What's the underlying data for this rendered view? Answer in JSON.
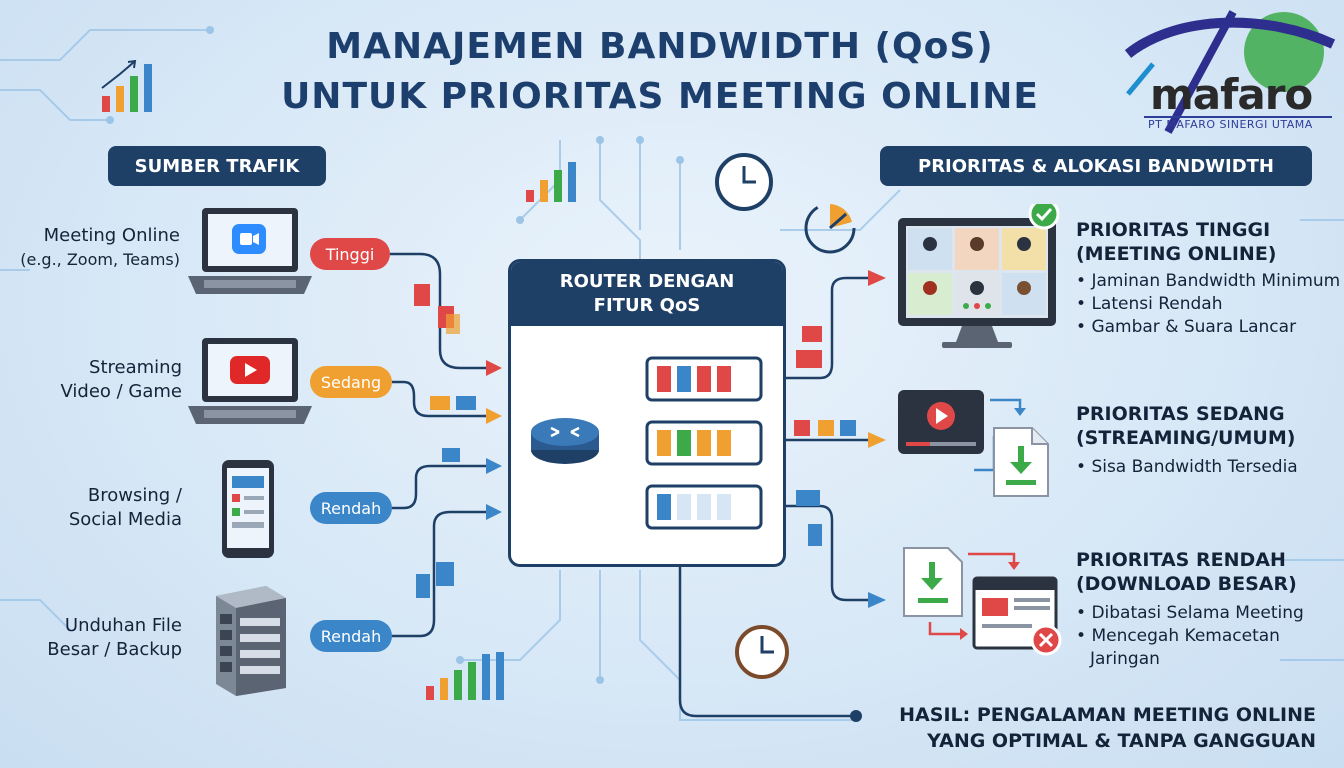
{
  "title": {
    "line1": "MANAJEMEN BANDWIDTH (QoS)",
    "line2": "UNTUK PRIORITAS MEETING ONLINE"
  },
  "logo": {
    "name": "mafaro",
    "company": "PT MAFARO SINERGI UTAMA"
  },
  "sections": {
    "left_header": "SUMBER TRAFIK",
    "right_header": "PRIORITAS & ALOKASI BANDWIDTH"
  },
  "sources": [
    {
      "line1": "Meeting Online",
      "line2": "(e.g., Zoom, Teams)",
      "priority": "Tinggi",
      "color": "#e04848",
      "icon": "laptop-video-call-icon"
    },
    {
      "line1": "Streaming",
      "line2": "Video / Game",
      "priority": "Sedang",
      "color": "#f0a030",
      "icon": "laptop-play-icon"
    },
    {
      "line1": "Browsing /",
      "line2": "Social Media",
      "priority": "Rendah",
      "color": "#3a86c8",
      "icon": "smartphone-icon"
    },
    {
      "line1": "Unduhan File",
      "line2": "Besar / Backup",
      "priority": "Rendah",
      "color": "#3a86c8",
      "icon": "server-icon"
    }
  ],
  "router": {
    "line1": "ROUTER DENGAN",
    "line2": "FITUR QoS"
  },
  "priorities": [
    {
      "title1": "PRIORITAS TINGGI",
      "title2": "(MEETING ONLINE)",
      "items": [
        "Jaminan Bandwidth Minimum",
        "Latensi Rendah",
        "Gambar & Suara Lancar"
      ]
    },
    {
      "title1": "PRIORITAS SEDANG",
      "title2": "(STREAMING/UMUM)",
      "items": [
        "Sisa Bandwidth Tersedia"
      ]
    },
    {
      "title1": "PRIORITAS RENDAH",
      "title2": "(DOWNLOAD BESAR)",
      "items": [
        "Dibatasi Selama Meeting",
        "Mencegah Kemacetan",
        "Jaringan"
      ]
    }
  ],
  "result": {
    "line1": "HASIL: PENGALAMAN MEETING ONLINE",
    "line2": "YANG OPTIMAL & TANPA GANGGUAN"
  },
  "colors": {
    "navy": "#1e3f66",
    "high": "#e04848",
    "medium": "#f0a030",
    "low": "#3a86c8",
    "green": "#3daa4a"
  }
}
